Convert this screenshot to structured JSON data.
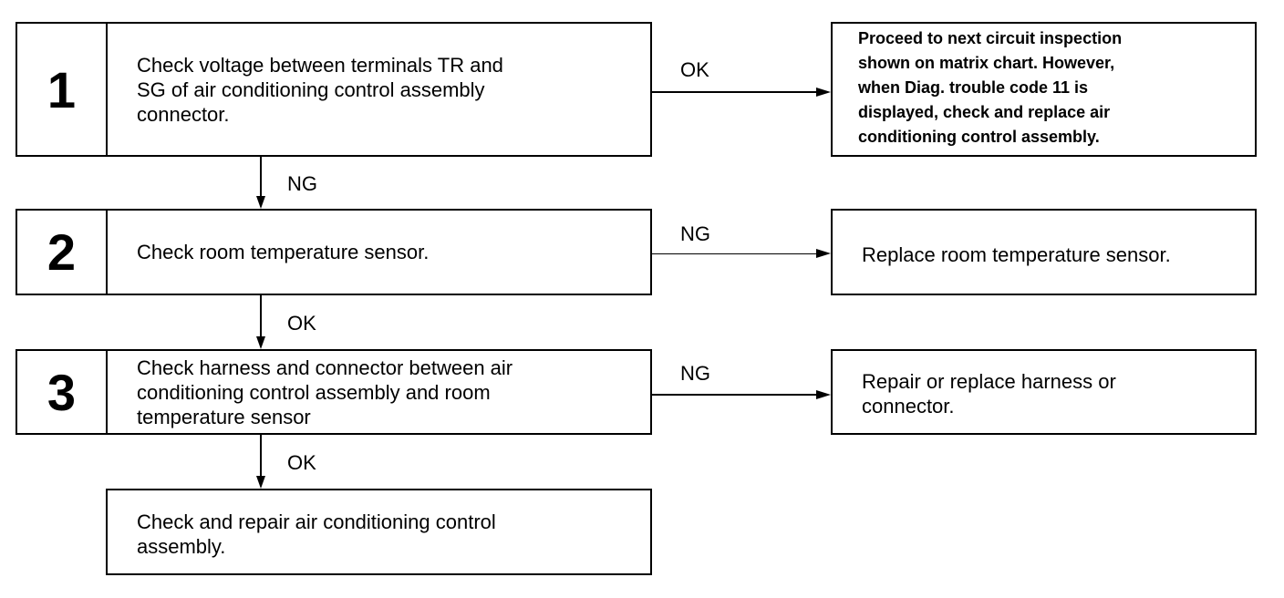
{
  "steps": [
    {
      "number": "1",
      "text": "Check voltage between terminals TR and\nSG of air conditioning control assembly\nconnector."
    },
    {
      "number": "2",
      "text": "Check room temperature sensor."
    },
    {
      "number": "3",
      "text": "Check harness and connector between air\nconditioning control assembly and room\ntemperature sensor"
    }
  ],
  "final_step": {
    "text": "Check and repair air conditioning control\nassembly."
  },
  "results": [
    {
      "text": "Proceed to next circuit inspection\nshown on matrix chart. However,\nwhen Diag. trouble code 11 is\ndisplayed, check and replace air\nconditioning control assembly."
    },
    {
      "text": "Replace room temperature sensor."
    },
    {
      "text": "Repair or replace harness or\nconnector."
    }
  ],
  "branch_labels": {
    "step1_right": "OK",
    "step1_down": "NG",
    "step2_right": "NG",
    "step2_down": "OK",
    "step3_right": "NG",
    "step3_down": "OK"
  }
}
